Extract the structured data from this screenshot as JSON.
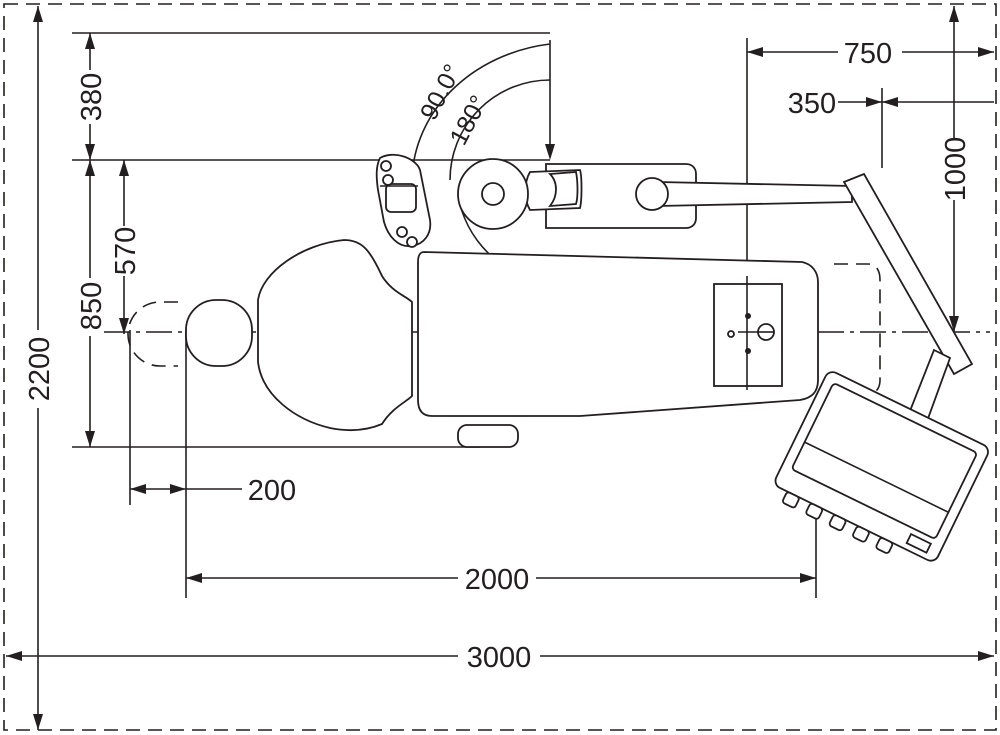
{
  "diagram": {
    "dimensions": {
      "room_width": "3000",
      "room_depth": "2200",
      "chair_length": "2000",
      "headrest_offset": "200",
      "patient_zone_width": "850",
      "headrest_offset_y": "570",
      "assistant_offset": "380",
      "arm_reach": "750",
      "arm_offset": "350",
      "arm_depth": "1000"
    },
    "angles": {
      "swing_90": "90.0°",
      "swing_180": "180°"
    }
  }
}
